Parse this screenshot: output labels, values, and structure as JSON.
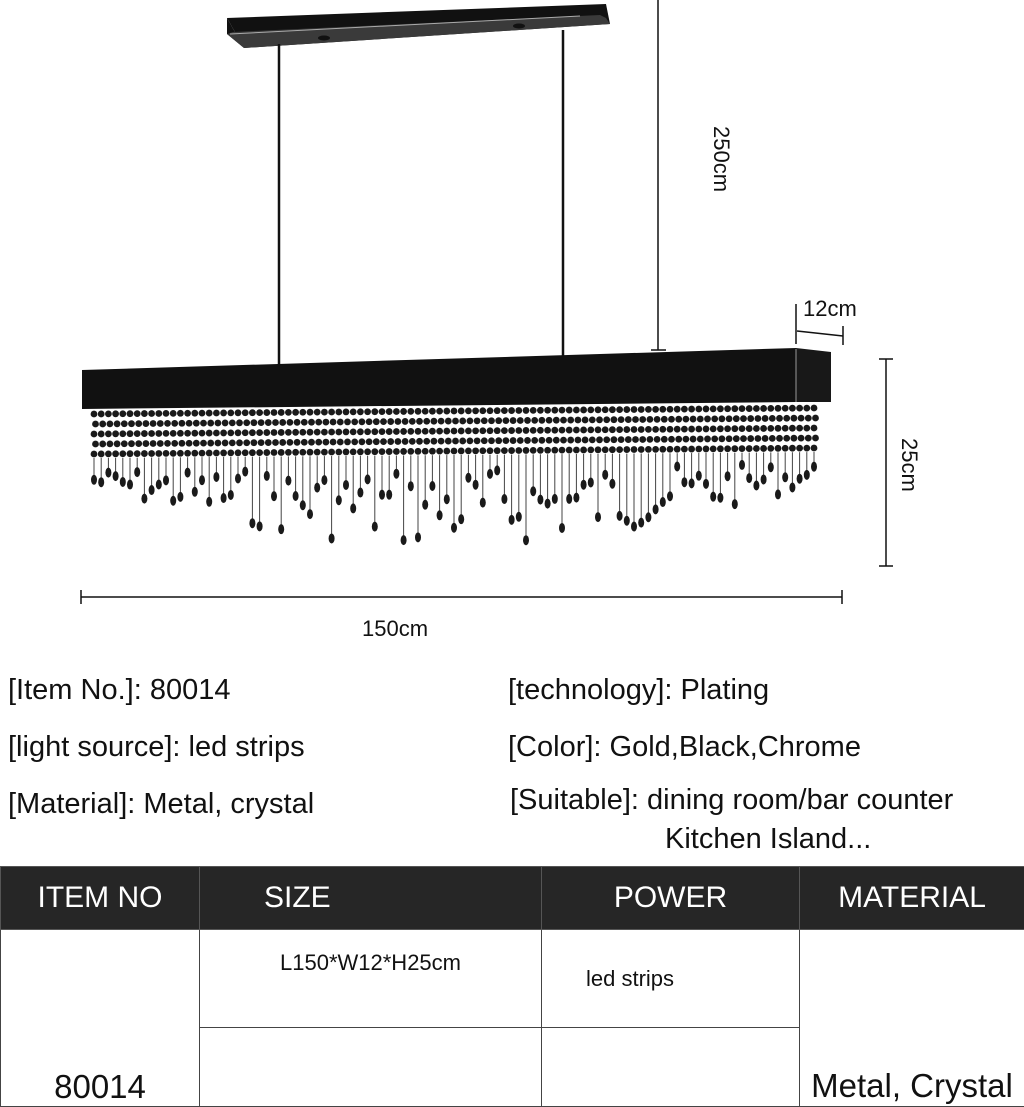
{
  "drawing": {
    "dimensions": {
      "suspension_height": "250cm",
      "width": "12cm",
      "height": "25cm",
      "length": "150cm"
    },
    "colors": {
      "fixture": "#111111",
      "canopy_underside": "#3a3a3a",
      "crystal": "#1a1a1a"
    }
  },
  "specs": {
    "item_no": "[Item No.]: 80014",
    "light_source": "[light source]: led strips",
    "material": "[Material]: Metal, crystal",
    "technology": "[technology]: Plating",
    "color": "[Color]: Gold,Black,Chrome",
    "suitable_line1": "[Suitable]: dining room/bar counter",
    "suitable_line2": "Kitchen Island..."
  },
  "table": {
    "headers": [
      "ITEM NO",
      "SIZE",
      "POWER",
      "MATERIAL"
    ],
    "header_bg": "#262626",
    "rows": [
      {
        "item_no": "80014",
        "size": "L150*W12*H25cm",
        "power": "led strips",
        "material": "Metal, Crystal"
      },
      {
        "size": "",
        "power": ""
      }
    ]
  }
}
